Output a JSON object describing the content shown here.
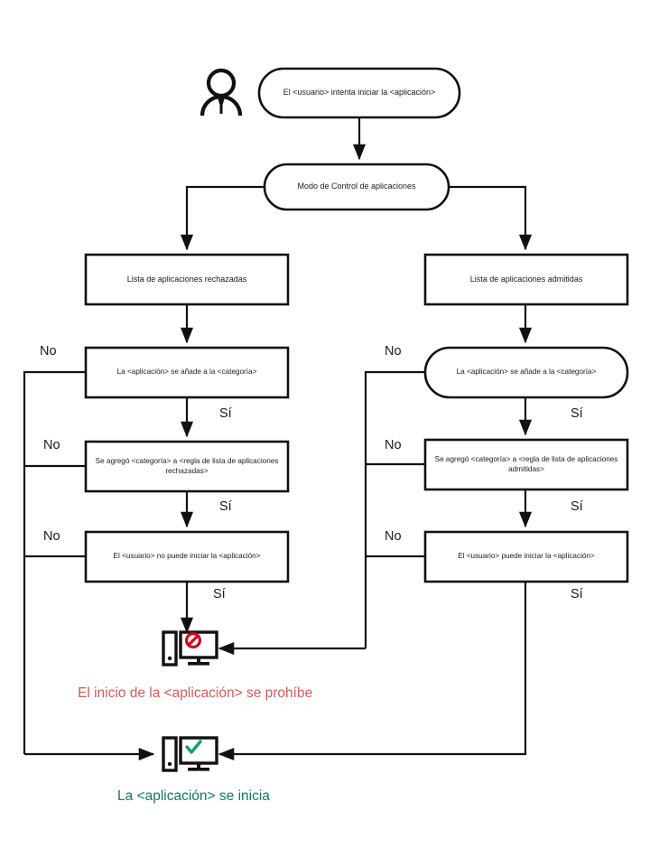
{
  "diagram": {
    "title_nodes": {
      "start": "El <usuario> intenta iniciar la <aplicación>",
      "mode": "Modo de Control de aplicaciones"
    },
    "actor": {
      "icon": "user-person-icon"
    },
    "branches": {
      "left": {
        "list_box": "Lista de aplicaciones rechazadas",
        "step1": "La <aplicación> se añade a la <categoría>",
        "step2": "Se agregó <categoría> a <regla de lista de aplicaciones rechazadas>",
        "step3": "El <usuario> no puede iniciar la <aplicación>"
      },
      "right": {
        "list_box": "Lista de aplicaciones admitidas",
        "step1": "La <aplicación> se añade a la <categoría>",
        "step2": "Se agregó <categoría> a <regla de lista de aplicaciones admitidas>",
        "step3": "El <usuario> puede iniciar la <aplicación>"
      }
    },
    "edge_labels": {
      "yes": "Sí",
      "no": "No"
    },
    "outcomes": {
      "denied": {
        "icon": "computer-blocked-icon",
        "caption": "El inicio de la <aplicación> se prohíbe",
        "color": "#d25b55"
      },
      "allowed": {
        "icon": "computer-approved-icon",
        "caption": "La <aplicación> se inicia",
        "color": "#0f7a63"
      }
    },
    "colors": {
      "stroke": "#111111",
      "deny": "#d0021b",
      "allow": "#0f9d7b",
      "text": "#1a1a1a"
    }
  }
}
